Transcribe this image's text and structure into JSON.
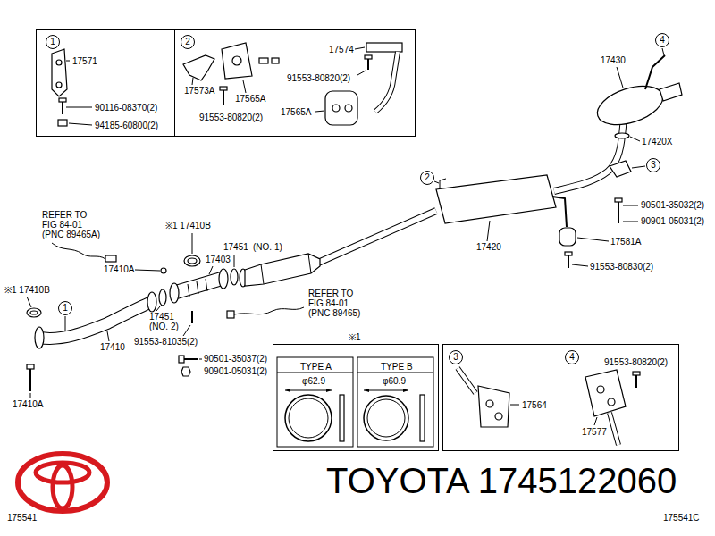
{
  "diagram": {
    "nodes": [
      {
        "text": [
          "1",
          "17571",
          "90116-08370(2)",
          "94185-60800(2)"
        ]
      },
      {
        "text": [
          "2",
          "17573A",
          "17565A",
          "91553-80820(2)",
          "17574",
          "91553-80820(2)",
          "17565A"
        ]
      },
      {
        "text": [
          "※1",
          "TYPE A",
          "φ62.9",
          "TYPE B",
          "φ60.9"
        ]
      },
      {
        "text": [
          "3",
          "17564"
        ]
      },
      {
        "text": [
          "4",
          "91553-80820(2)",
          "17577"
        ]
      }
    ],
    "labels": [
      "17430",
      "4",
      "17420X",
      "3",
      "90501-35032(2)",
      "90901-05031(2)",
      "17581A",
      "91553-80830(2)",
      "2",
      "17420",
      "REFER TO",
      "FIG 84-01",
      "(PNC 89465A)",
      "※1 17410B",
      "17451",
      "(NO. 1)",
      "17410A",
      "17403",
      "※1 17410B",
      "1",
      "17451",
      "(NO. 2)",
      "REFER TO",
      "FIG 84-01",
      "(PNC 89465)",
      "17410",
      "91553-81035(2)",
      "90501-35037(2)",
      "90901-05031(2)",
      "17410A",
      "175541",
      "175541C",
      "TOYOTA 1745122060"
    ]
  }
}
